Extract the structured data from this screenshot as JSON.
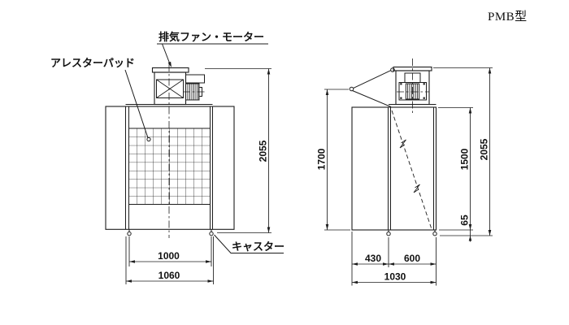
{
  "title": "PMB型",
  "annotations": {
    "exhaust_fan_motor": "排気ファン・モーター",
    "arrester_pad": "アレスターパッド",
    "caster": "キャスター"
  },
  "front_view": {
    "overall_height_mm": "2055",
    "body_width_mm": "1000",
    "overall_width_mm": "1060"
  },
  "side_view": {
    "hood_height_mm": "1700",
    "body_height_mm": "1500",
    "caster_height_mm": "65",
    "overall_height_mm": "2055",
    "front_depth_mm": "430",
    "rear_depth_mm": "600",
    "overall_depth_mm": "1030"
  },
  "colors": {
    "line": "#1c1c1c",
    "background": "#ffffff"
  }
}
